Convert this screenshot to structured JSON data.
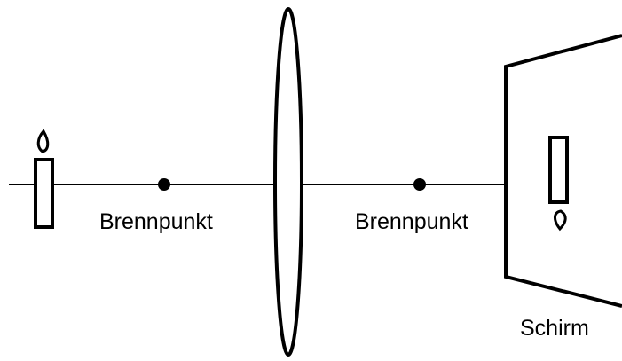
{
  "labels": {
    "focal_left": "Brennpunkt",
    "focal_right": "Brennpunkt",
    "screen": "Schirm"
  },
  "colors": {
    "stroke": "#000000",
    "background": "#ffffff"
  },
  "icons": {
    "object": "candle-icon",
    "image": "inverted-candle-icon"
  }
}
